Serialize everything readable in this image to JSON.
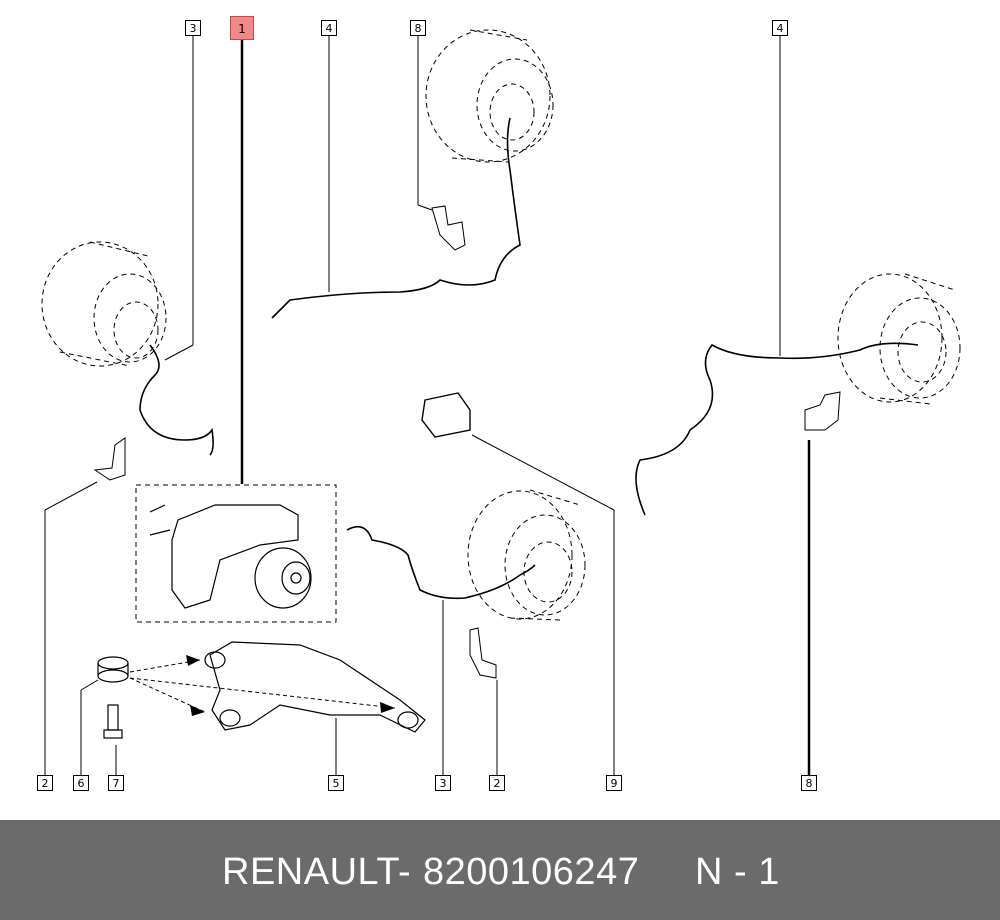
{
  "callouts": [
    {
      "id": "c1",
      "label": "3"
    },
    {
      "id": "c2",
      "label": "1",
      "highlight": true
    },
    {
      "id": "c3",
      "label": "4"
    },
    {
      "id": "c4",
      "label": "8"
    },
    {
      "id": "c5",
      "label": "4"
    },
    {
      "id": "c6",
      "label": "2"
    },
    {
      "id": "c7",
      "label": "6"
    },
    {
      "id": "c8",
      "label": "7"
    },
    {
      "id": "c9",
      "label": "5"
    },
    {
      "id": "c10",
      "label": "3"
    },
    {
      "id": "c11",
      "label": "2"
    },
    {
      "id": "c12",
      "label": "9"
    },
    {
      "id": "c13",
      "label": "8"
    }
  ],
  "footer": {
    "brand": "RENAULT",
    "separator": "-",
    "part_number": "8200106247",
    "quantity": "N - 1"
  },
  "colors": {
    "footer_bg": "#6b6b6b",
    "highlight": "#f08a8a",
    "line": "#000000"
  }
}
